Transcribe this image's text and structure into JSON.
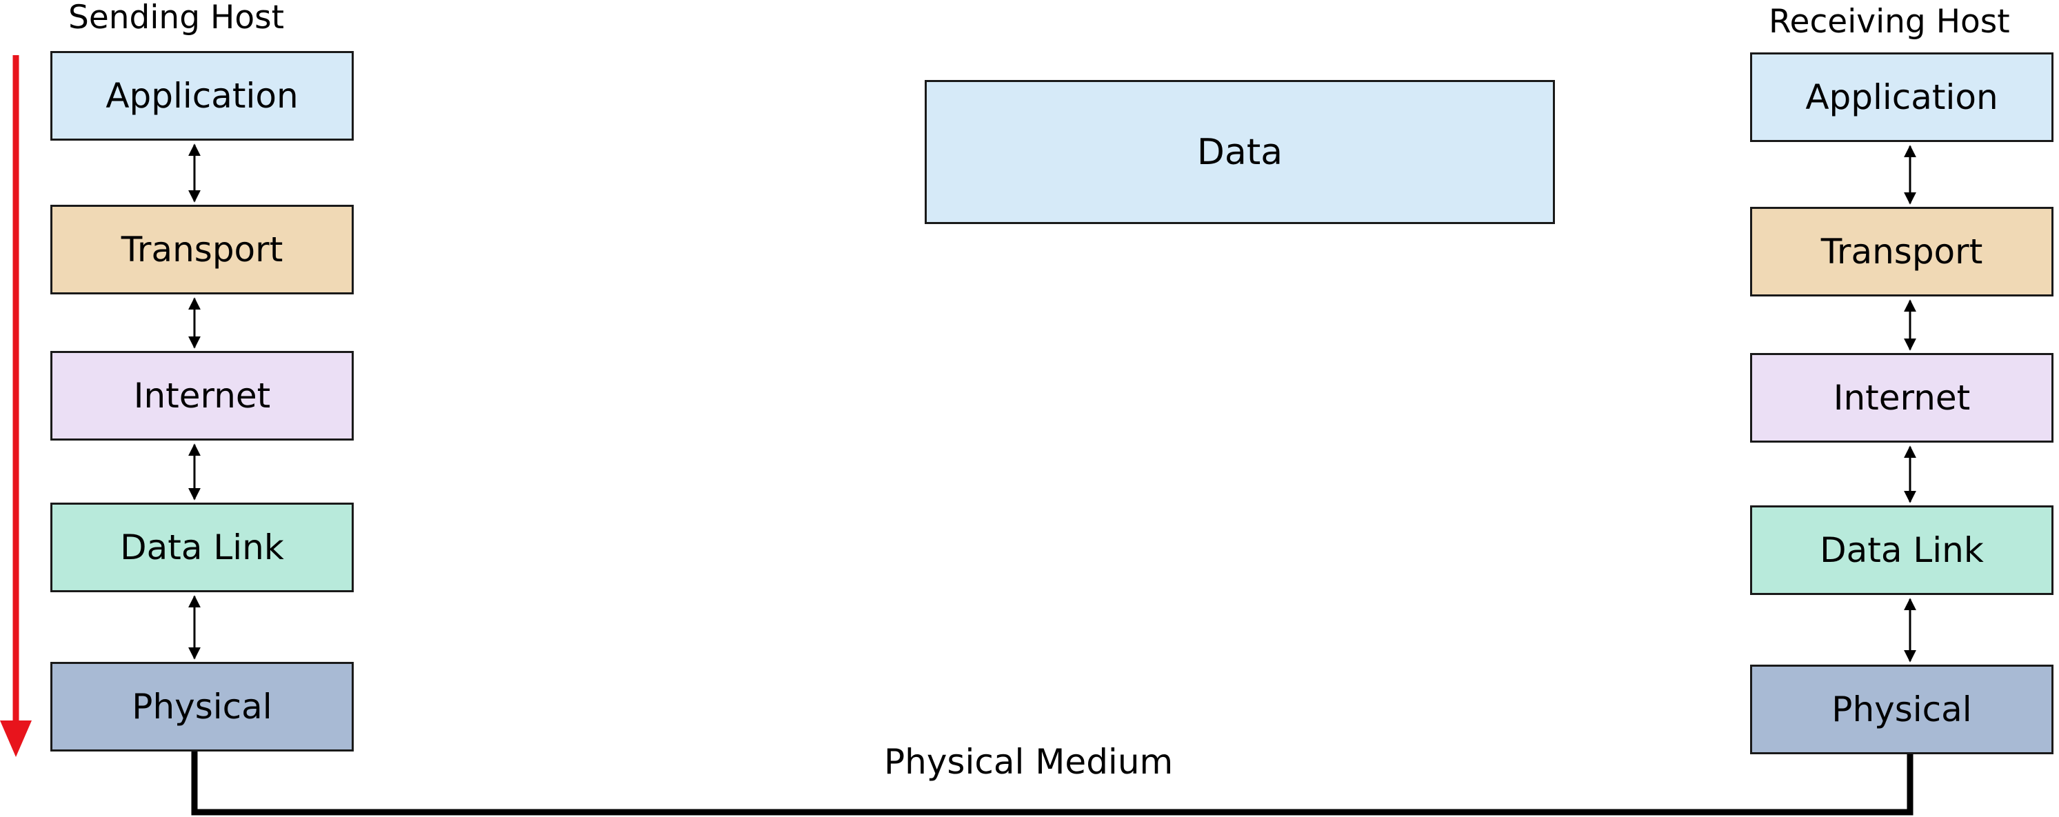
{
  "sending_host": {
    "title": "Sending Host",
    "layers": [
      {
        "label": "Application",
        "color": "#d6eaf8"
      },
      {
        "label": "Transport",
        "color": "#f0d9b5"
      },
      {
        "label": "Internet",
        "color": "#ebdff5"
      },
      {
        "label": "Data Link",
        "color": "#b8eadb"
      },
      {
        "label": "Physical",
        "color": "#a8bad4"
      }
    ]
  },
  "receiving_host": {
    "title": "Receiving Host",
    "layers": [
      {
        "label": "Application",
        "color": "#d6eaf8"
      },
      {
        "label": "Transport",
        "color": "#f0d9b5"
      },
      {
        "label": "Internet",
        "color": "#ebdff5"
      },
      {
        "label": "Data Link",
        "color": "#b8eadb"
      },
      {
        "label": "Physical",
        "color": "#a8bad4"
      }
    ]
  },
  "data_unit": {
    "label": "Data",
    "color": "#d6eaf8"
  },
  "medium": {
    "label": "Physical Medium"
  },
  "colors": {
    "flow_arrow": "#e8141c",
    "line": "#000000"
  }
}
